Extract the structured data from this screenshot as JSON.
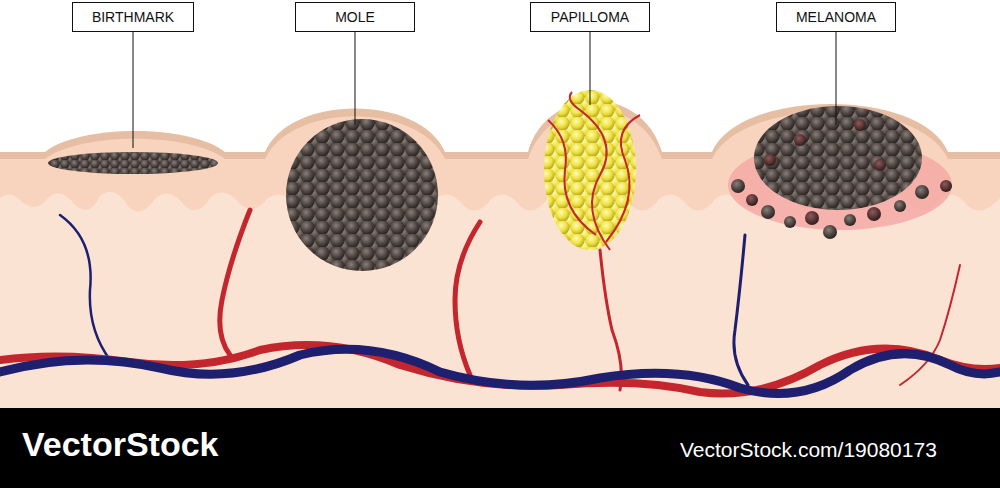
{
  "diagram": {
    "nodes": [
      {
        "text": [
          "BIRTHMARK"
        ]
      },
      {
        "text": [
          "MOLE"
        ]
      },
      {
        "text": [
          "PAPILLOMA"
        ]
      },
      {
        "text": [
          "MELANOMA"
        ]
      }
    ],
    "labels": [
      "VectorStock",
      "VectorStock.com/19080173"
    ]
  }
}
